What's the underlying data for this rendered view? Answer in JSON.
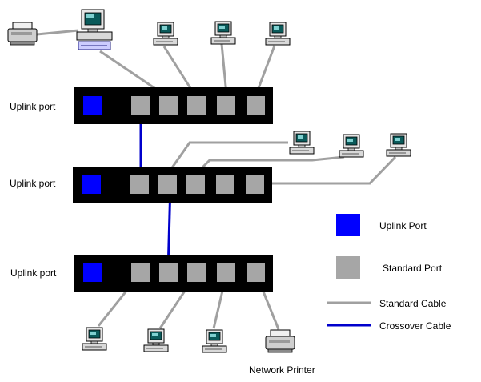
{
  "switches": [
    {
      "label": "Uplink port"
    },
    {
      "label": "Uplink port"
    },
    {
      "label": "Uplink port"
    }
  ],
  "legend": {
    "uplink_port": "Uplink Port",
    "standard_port": "Standard Port",
    "standard_cable": "Standard Cable",
    "crossover_cable": "Crossover Cable"
  },
  "devices": {
    "network_printer_label": "Network Printer"
  },
  "colors": {
    "uplink_port": "#0000ff",
    "standard_port": "#a6a6a6",
    "switch_body": "#000000",
    "standard_cable": "#a0a0a0",
    "crossover_cable": "#0000cc"
  }
}
